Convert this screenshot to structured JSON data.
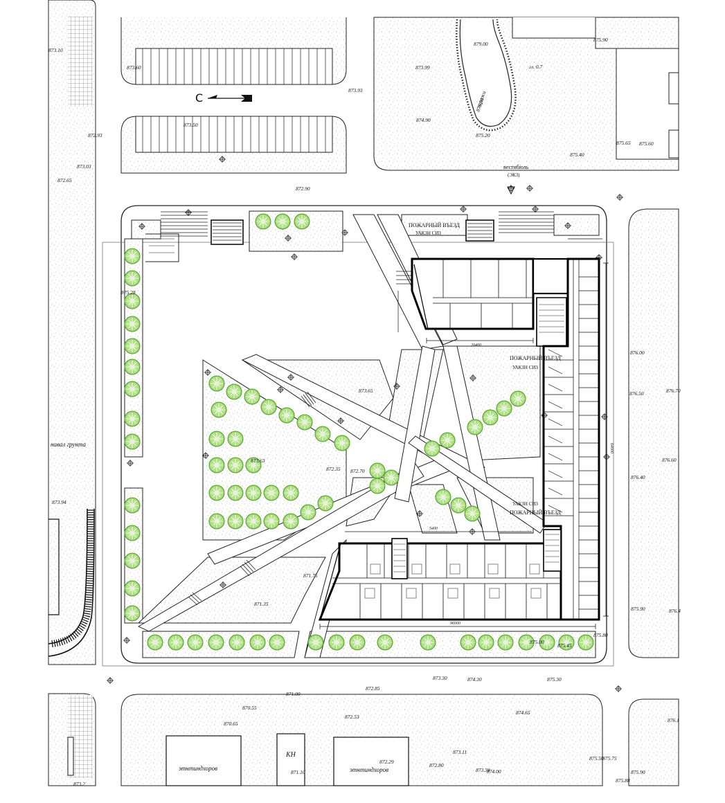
{
  "colors": {
    "background": "#ffffff",
    "line": "#1a1a1a",
    "ground_stipple": "#b9b9b9",
    "tree_fill": "#a6dc76",
    "tree_stroke": "#4f9a2a",
    "building_wall": "#000000"
  },
  "north_arrow": {
    "letter": "С"
  },
  "elevations": {
    "e873_10": "873.10",
    "e873_60": "873.60",
    "e873_93": "873.93",
    "e873_50": "873.50",
    "e872_93": "872.93",
    "e873_03": "873.03",
    "e872_65": "872.65",
    "e873_99": "873.99",
    "e874_90": "874.90",
    "e875_20": "875.20",
    "e879_00": "879.00",
    "e876_50": "876.50",
    "e875_90": "875.90",
    "e875_65": "875.65",
    "e875_60": "875.60",
    "e875_40": "875.40",
    "e872_90": "872.90",
    "e875_28": "875.28",
    "e873_65": "873.65",
    "e873_63": "873.63",
    "e872_35": "872.35",
    "e872_70": "872.70",
    "e873_94": "873.94",
    "e871_75": "871.75",
    "e871_35": "871.35",
    "e875_80": "875.80",
    "e875_00": "875.00",
    "e875_45": "875.45",
    "e876_00": "876.00",
    "e876_50b": "876.50",
    "e876_70": "876.70",
    "e876_60": "876.60",
    "e876_40": "876.40",
    "e875_96": "875.90",
    "e876_4": "876.4",
    "e873_30": "873.30",
    "e874_30": "874.30",
    "e875_30": "875.30",
    "e872_85": "872.85",
    "e871_00": "871.00",
    "e870_55": "870.55",
    "e872_53": "872.53",
    "e874_65": "874.65",
    "e870_65": "870.65",
    "e873_11": "873.11",
    "e872_29": "872.29",
    "e872_80": "872.80",
    "e871_10": "871.10",
    "e875_38": "873.38",
    "e874_00": "874.00",
    "e875_50": "875.50",
    "e875_75": "875.75",
    "e875_88": "875.88",
    "e875_9b": "875.90",
    "e876_1": "876.1",
    "e873_2": "873.2"
  },
  "labels": {
    "garages": "гаражи",
    "garages_num": "гл. 0.7",
    "vestibule_1": "вестибюль",
    "vestibule_2": "(ЭКЗ)",
    "fire_entry_1": "ПОЖАРНЫЙ ВЪЕЗД",
    "fire_entry_1_sub": "УАКЗН СИЗ",
    "fire_entry_2": "ПОЖАРНЫЙ ВЪЕЗД",
    "fire_entry_2_sub": "УАКЗН СИЗ",
    "fire_entry_3_sub": "УАКЗН СИЗ",
    "fire_entry_3": "ПОЖАРНЫЙ ВЪЕЗД",
    "soil_pile": "навал грунта",
    "building_1": "этнтиндхоров",
    "building_2": "этнтиндхоров",
    "kn": "КН",
    "dim_top": "20400",
    "dim_bottom": "96000",
    "dim_mid": "5400",
    "dim_right": "64000"
  }
}
